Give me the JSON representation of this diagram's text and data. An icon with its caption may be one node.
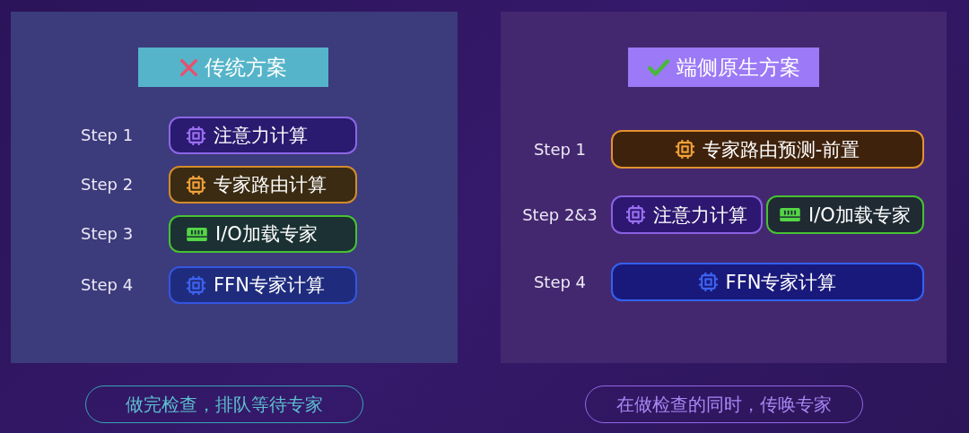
{
  "diagram": {
    "nodes": [
      {
        "text": [],
        "shape": "box"
      },
      {
        "text": [
          "传统方案"
        ],
        "in": 0
      },
      {
        "text": [
          "注意力计算"
        ],
        "in": 0,
        "beside": [
          "Step 1"
        ]
      },
      {
        "text": [
          "专家路由计算"
        ],
        "in": 0,
        "beside": [
          "Step 2"
        ]
      },
      {
        "text": [
          "I/O加载专家"
        ],
        "in": 0,
        "beside": [
          "Step 3"
        ]
      },
      {
        "text": [
          "FFN专家计算"
        ],
        "in": 0,
        "beside": [
          "Step 4"
        ]
      },
      {
        "text": [],
        "shape": "box"
      },
      {
        "text": [
          "端侧原生方案"
        ],
        "in": 6
      },
      {
        "text": [
          "专家路由预测-前置"
        ],
        "in": 6,
        "beside": [
          "Step 1"
        ]
      },
      {
        "text": [
          "注意力计算"
        ],
        "in": 6,
        "beside": [
          "Step 2&3"
        ]
      },
      {
        "text": [
          "I/O加载专家"
        ],
        "in": 6
      },
      {
        "text": [
          "FFN专家计算"
        ],
        "in": 6,
        "beside": [
          "Step 4"
        ]
      },
      {
        "text": [
          "做完检查，排队等待专家"
        ]
      },
      {
        "text": [
          "在做检查的同时，传唤专家"
        ]
      }
    ]
  }
}
